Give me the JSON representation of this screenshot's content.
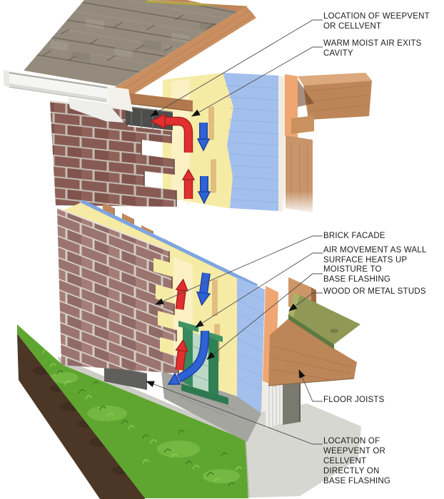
{
  "figure": {
    "kind": "construction-detail-illustration",
    "background": "#ffffff"
  },
  "callouts": [
    {
      "id": "weepvent-top",
      "text": "LOCATION OF WEEPVENT\nOR CELLVENT"
    },
    {
      "id": "warm-air-exit",
      "text": "WARM MOIST AIR EXITS\nCAVITY"
    },
    {
      "id": "brick-facade",
      "text": "BRICK FACADE"
    },
    {
      "id": "air-movement",
      "text": "AIR MOVEMENT AS WALL\nSURFACE HEATS UP"
    },
    {
      "id": "moisture-base",
      "text": "MOISTURE TO\nBASE FLASHING"
    },
    {
      "id": "studs",
      "text": "WOOD OR METAL STUDS"
    },
    {
      "id": "floor-joists",
      "text": "FLOOR JOISTS"
    },
    {
      "id": "weepvent-base",
      "text": "LOCATION OF\nWEEPVENT OR\nCELLVENT\nDIRECTLY ON\nBASE FLASHING"
    }
  ],
  "colors": {
    "warm_air_arrow": "#e13030",
    "cool_air_arrow": "#2e62d6",
    "brick": "#9b7470",
    "mortar": "#d4ccc4",
    "insulation": "#f6eba4",
    "house_wrap": "#a3bfec",
    "wood": "#ca8f61",
    "weepvent": "#4d4d4b",
    "base_flashing": "#a5a5a0",
    "green_flashing": "#2f8757",
    "grass": "#5fa631",
    "soil": "#4c3726",
    "concrete": "#d7d7d2",
    "roof_shingles": "#948b7e",
    "leader_line": "#4f4f4f"
  }
}
